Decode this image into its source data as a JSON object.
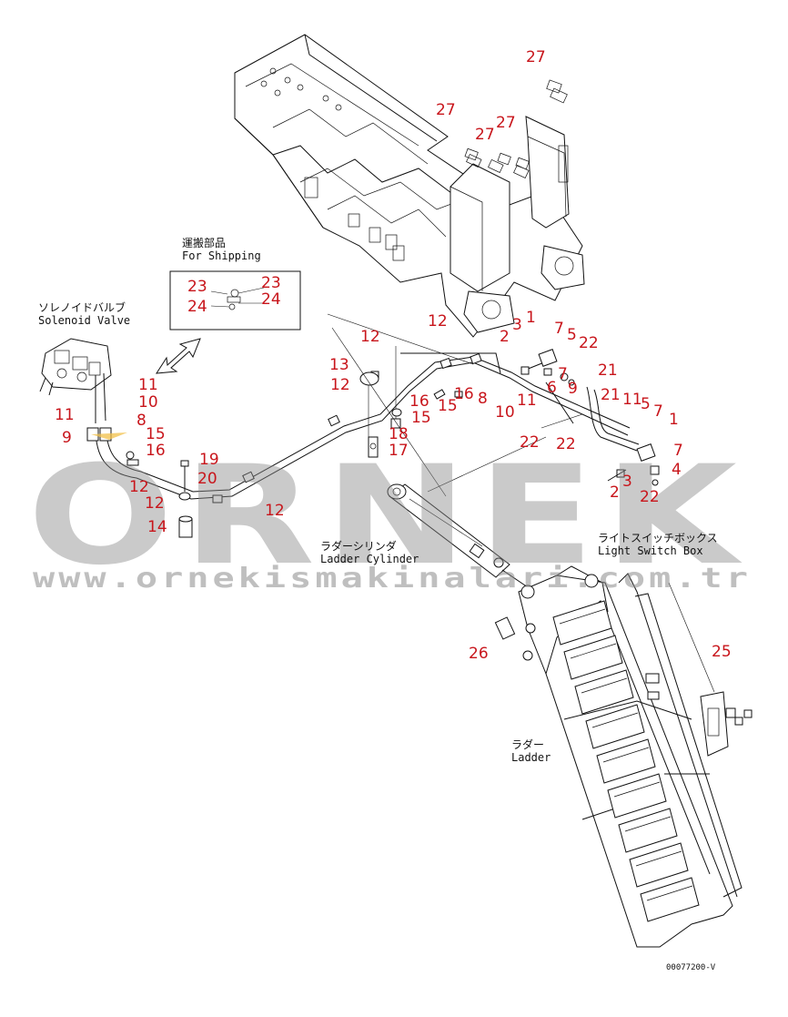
{
  "captions": {
    "shipping_jp": "運搬部品",
    "shipping_en": "For Shipping",
    "solenoid_jp": "ソレノイドバルブ",
    "solenoid_en": "Solenoid Valve",
    "cylinder_jp": "ラダーシリンダ",
    "cylinder_en": "Ladder Cylinder",
    "switchbox_jp": "ライトスイッチボックス",
    "switchbox_en": "Light Switch Box",
    "ladder_jp": "ラダー",
    "ladder_en": "Ladder"
  },
  "drawing_code": "00077200-V",
  "watermark": {
    "brand": "ORNEK",
    "url": "www.ornekismakinalari.com.tr",
    "color": "#8a8a8a"
  },
  "label_color": "#c8151b",
  "part_labels": [
    {
      "id": "p27a",
      "text": "27"
    },
    {
      "id": "p27b",
      "text": "27"
    },
    {
      "id": "p27c",
      "text": "27"
    },
    {
      "id": "p27d",
      "text": "27"
    },
    {
      "id": "p23a",
      "text": "23"
    },
    {
      "id": "p23b",
      "text": "23"
    },
    {
      "id": "p24a",
      "text": "24"
    },
    {
      "id": "p24b",
      "text": "24"
    },
    {
      "id": "p11a",
      "text": "11"
    },
    {
      "id": "p10a",
      "text": "10"
    },
    {
      "id": "p11b",
      "text": "11"
    },
    {
      "id": "p8a",
      "text": "8"
    },
    {
      "id": "p9a",
      "text": "9"
    },
    {
      "id": "p15a",
      "text": "15"
    },
    {
      "id": "p16a",
      "text": "16"
    },
    {
      "id": "p12a",
      "text": "12"
    },
    {
      "id": "p19",
      "text": "19"
    },
    {
      "id": "p20",
      "text": "20"
    },
    {
      "id": "p12b",
      "text": "12"
    },
    {
      "id": "p14",
      "text": "14"
    },
    {
      "id": "p12c",
      "text": "12"
    },
    {
      "id": "p13",
      "text": "13"
    },
    {
      "id": "p12d",
      "text": "12"
    },
    {
      "id": "p12e",
      "text": "12"
    },
    {
      "id": "p12f",
      "text": "12"
    },
    {
      "id": "p16b",
      "text": "16"
    },
    {
      "id": "p15b",
      "text": "15"
    },
    {
      "id": "p15c",
      "text": "15"
    },
    {
      "id": "p16c",
      "text": "16"
    },
    {
      "id": "p8b",
      "text": "8"
    },
    {
      "id": "p18",
      "text": "18"
    },
    {
      "id": "p17",
      "text": "17"
    },
    {
      "id": "p10b",
      "text": "10"
    },
    {
      "id": "p11c",
      "text": "11"
    },
    {
      "id": "p2a",
      "text": "2"
    },
    {
      "id": "p3a",
      "text": "3"
    },
    {
      "id": "p1a",
      "text": "1"
    },
    {
      "id": "p7a",
      "text": "7"
    },
    {
      "id": "p5a",
      "text": "5"
    },
    {
      "id": "p22a",
      "text": "22"
    },
    {
      "id": "p6",
      "text": "6"
    },
    {
      "id": "p7b",
      "text": "7"
    },
    {
      "id": "p9b",
      "text": "9"
    },
    {
      "id": "p21a",
      "text": "21"
    },
    {
      "id": "p21b",
      "text": "21"
    },
    {
      "id": "p11d",
      "text": "11"
    },
    {
      "id": "p5b",
      "text": "5"
    },
    {
      "id": "p7c",
      "text": "7"
    },
    {
      "id": "p1b",
      "text": "1"
    },
    {
      "id": "p22b",
      "text": "22"
    },
    {
      "id": "p22c",
      "text": "22"
    },
    {
      "id": "p7d",
      "text": "7"
    },
    {
      "id": "p4",
      "text": "4"
    },
    {
      "id": "p2b",
      "text": "2"
    },
    {
      "id": "p3b",
      "text": "3"
    },
    {
      "id": "p22d",
      "text": "22"
    },
    {
      "id": "p26",
      "text": "26"
    },
    {
      "id": "p25",
      "text": "25"
    }
  ]
}
